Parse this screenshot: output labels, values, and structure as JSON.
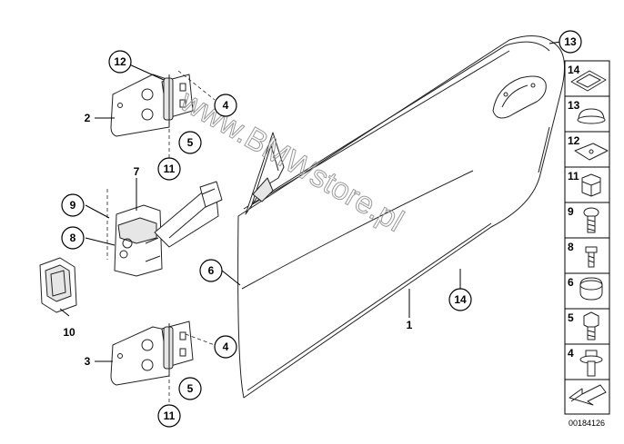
{
  "watermark": "www.BMWstore.pl",
  "diagram_id": "00184126",
  "callouts": {
    "c13": "13",
    "c12": "12",
    "c4a": "4",
    "c5a": "5",
    "c11a": "11",
    "c9": "9",
    "c8": "8",
    "c6": "6",
    "c14": "14",
    "c4b": "4",
    "c5b": "5",
    "c11b": "11"
  },
  "labels": {
    "l2": "2",
    "l7": "7",
    "l10": "10",
    "l1": "1",
    "l3": "3"
  },
  "legend": [
    "14",
    "13",
    "12",
    "11",
    "9",
    "8",
    "6",
    "5",
    "4"
  ],
  "icons": {
    "door": "door-panel-icon",
    "hinge": "door-hinge-icon",
    "check": "door-check-strap-icon",
    "cap": "rubber-cap-icon",
    "arrow": "direction-arrow-icon"
  }
}
